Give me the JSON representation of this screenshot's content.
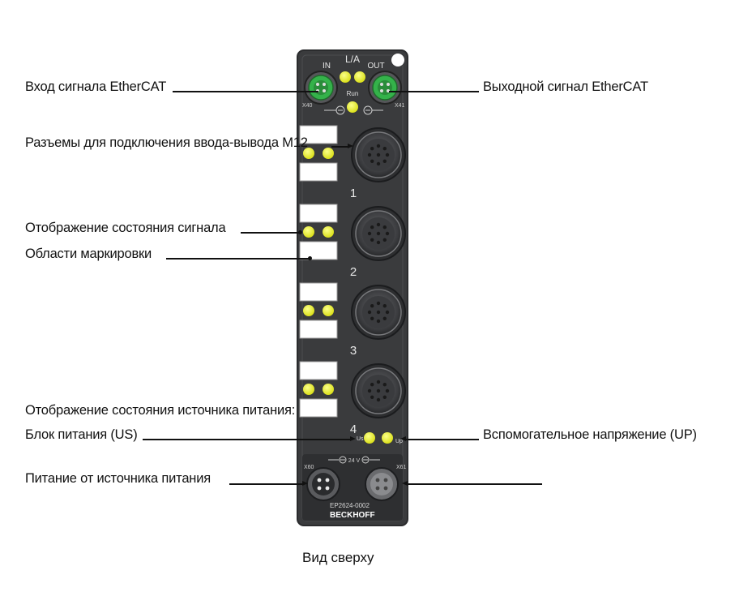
{
  "labels": {
    "ethercat_in": "Вход сигнала EtherCAT",
    "ethercat_out": "Выходной сигнал EtherCAT",
    "m12_connectors": "Разъемы для подключения ввода-вывода M12",
    "signal_status": "Отображение состояния сигнала",
    "marking_areas": "Области маркировки",
    "power_status_header": "Отображение состояния источника питания:",
    "power_supply_us": "Блок питания (US)",
    "aux_voltage_up": "Вспомогательное напряжение (UP)",
    "power_feed": "Питание от источника питания"
  },
  "device": {
    "top_label_in": "IN",
    "top_label_la": "L/A",
    "top_label_out": "OUT",
    "port_x40": "X40",
    "port_x41": "X41",
    "run_label": "Run",
    "slot_numbers": [
      "1",
      "2",
      "3",
      "4"
    ],
    "us_label": "Us",
    "up_label": "Up",
    "port_x60": "X60",
    "port_x61": "X61",
    "voltage_label": "24 V",
    "model": "EP2624-0002",
    "brand": "BECKHOFF"
  },
  "caption": "Вид сверху",
  "colors": {
    "housing": "#3a3b3d",
    "led": "#e4ea1c",
    "ethercat_connector": "#34b24a",
    "marking_field": "#ffffff"
  }
}
